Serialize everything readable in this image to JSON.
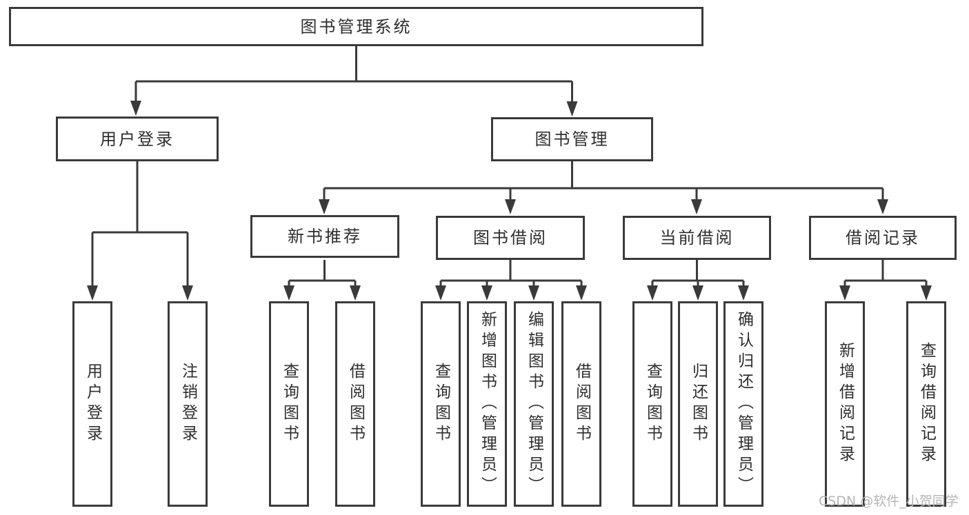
{
  "tree": {
    "root": {
      "label": "图书管理系统"
    },
    "l2": [
      {
        "label": "用户登录",
        "children": [
          {
            "label": "用户登录"
          },
          {
            "label": "注销登录"
          }
        ]
      },
      {
        "label": "图书管理",
        "children": [
          {
            "label": "新书推荐",
            "children": [
              {
                "label": "查询图书"
              },
              {
                "label": "借阅图书"
              }
            ]
          },
          {
            "label": "图书借阅",
            "children": [
              {
                "label": "查询图书"
              },
              {
                "label": "新增图书（管理员）"
              },
              {
                "label": "编辑图书（管理员）"
              },
              {
                "label": "借阅图书"
              }
            ]
          },
          {
            "label": "当前借阅",
            "children": [
              {
                "label": "查询图书"
              },
              {
                "label": "归还图书"
              },
              {
                "label": "确认归还（管理员）"
              }
            ]
          },
          {
            "label": "借阅记录",
            "children": [
              {
                "label": "新增借阅记录"
              },
              {
                "label": "查询借阅记录"
              }
            ]
          }
        ]
      }
    ]
  },
  "watermark": {
    "text": "CSDN @软件_小贺同学"
  },
  "colors": {
    "line": "#3a3a3a",
    "text": "#2e2e2e",
    "background": "#ffffff",
    "watermark": "#b5b5b5"
  }
}
